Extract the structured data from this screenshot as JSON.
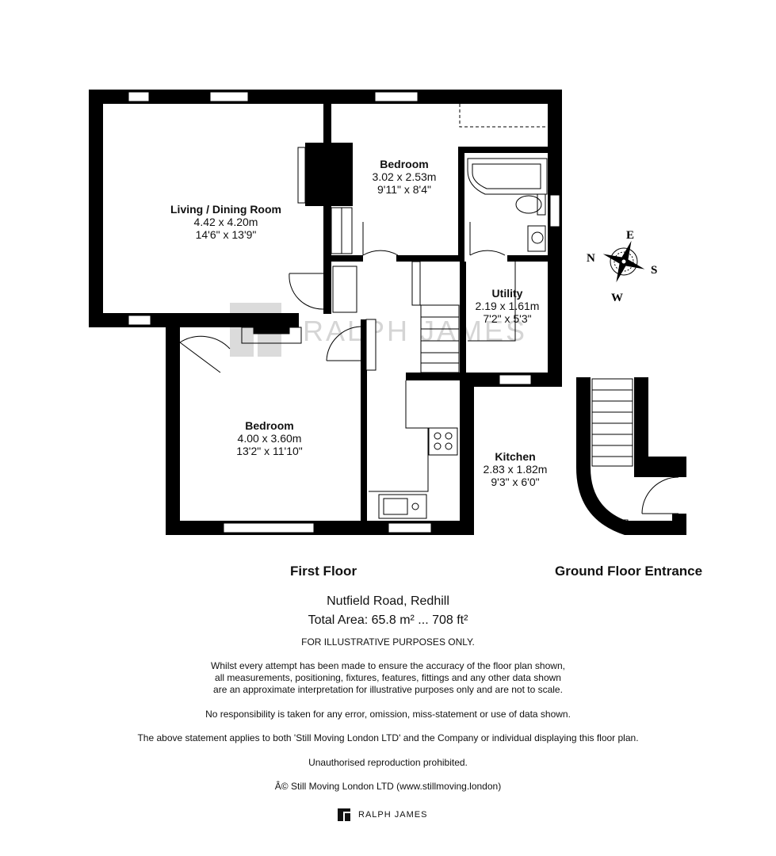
{
  "rooms": {
    "living": {
      "name": "Living / Dining Room",
      "metric": "4.42 x 4.20m",
      "imperial": "14'6\" x 13'9\""
    },
    "bedroom_top": {
      "name": "Bedroom",
      "metric": "3.02 x 2.53m",
      "imperial": "9'11\" x 8'4\""
    },
    "utility": {
      "name": "Utility",
      "metric": "2.19 x 1.61m",
      "imperial": "7'2\" x 5'3\""
    },
    "bedroom_main": {
      "name": "Bedroom",
      "metric": "4.00 x 3.60m",
      "imperial": "13'2\" x 11'10\""
    },
    "kitchen": {
      "name": "Kitchen",
      "metric": "2.83 x 1.82m",
      "imperial": "9'3\" x 6'0\""
    }
  },
  "compass": {
    "n": "N",
    "e": "E",
    "s": "S",
    "w": "W"
  },
  "watermark": "RALPH JAMES",
  "floors": {
    "first": "First Floor",
    "ground": "Ground Floor Entrance"
  },
  "address": "Nutfield Road, Redhill",
  "total_area": "Total Area: 65.8 m² ... 708 ft²",
  "disclaimer": {
    "illustrative": "FOR ILLUSTRATIVE PURPOSES ONLY.",
    "line1": "Whilst every attempt has been made to ensure the accuracy of the floor plan shown,",
    "line2": "all measurements, positioning, fixtures, features, fittings and any other data shown",
    "line3": "are an approximate interpretation for illustrative purposes only and are not to scale.",
    "responsibility": "No responsibility is taken for any error, omission, miss-statement or use of data shown.",
    "applies": "The above statement applies to both 'Still Moving London LTD' and the Company or individual displaying this floor plan.",
    "reproduction": "Unauthorised reproduction prohibited.",
    "copyright": "Â© Still Moving London LTD (www.stillmoving.london)"
  },
  "brand": "RALPH JAMES",
  "colors": {
    "wall": "#000000",
    "watermark": "#c8c8c8",
    "background": "#ffffff"
  }
}
